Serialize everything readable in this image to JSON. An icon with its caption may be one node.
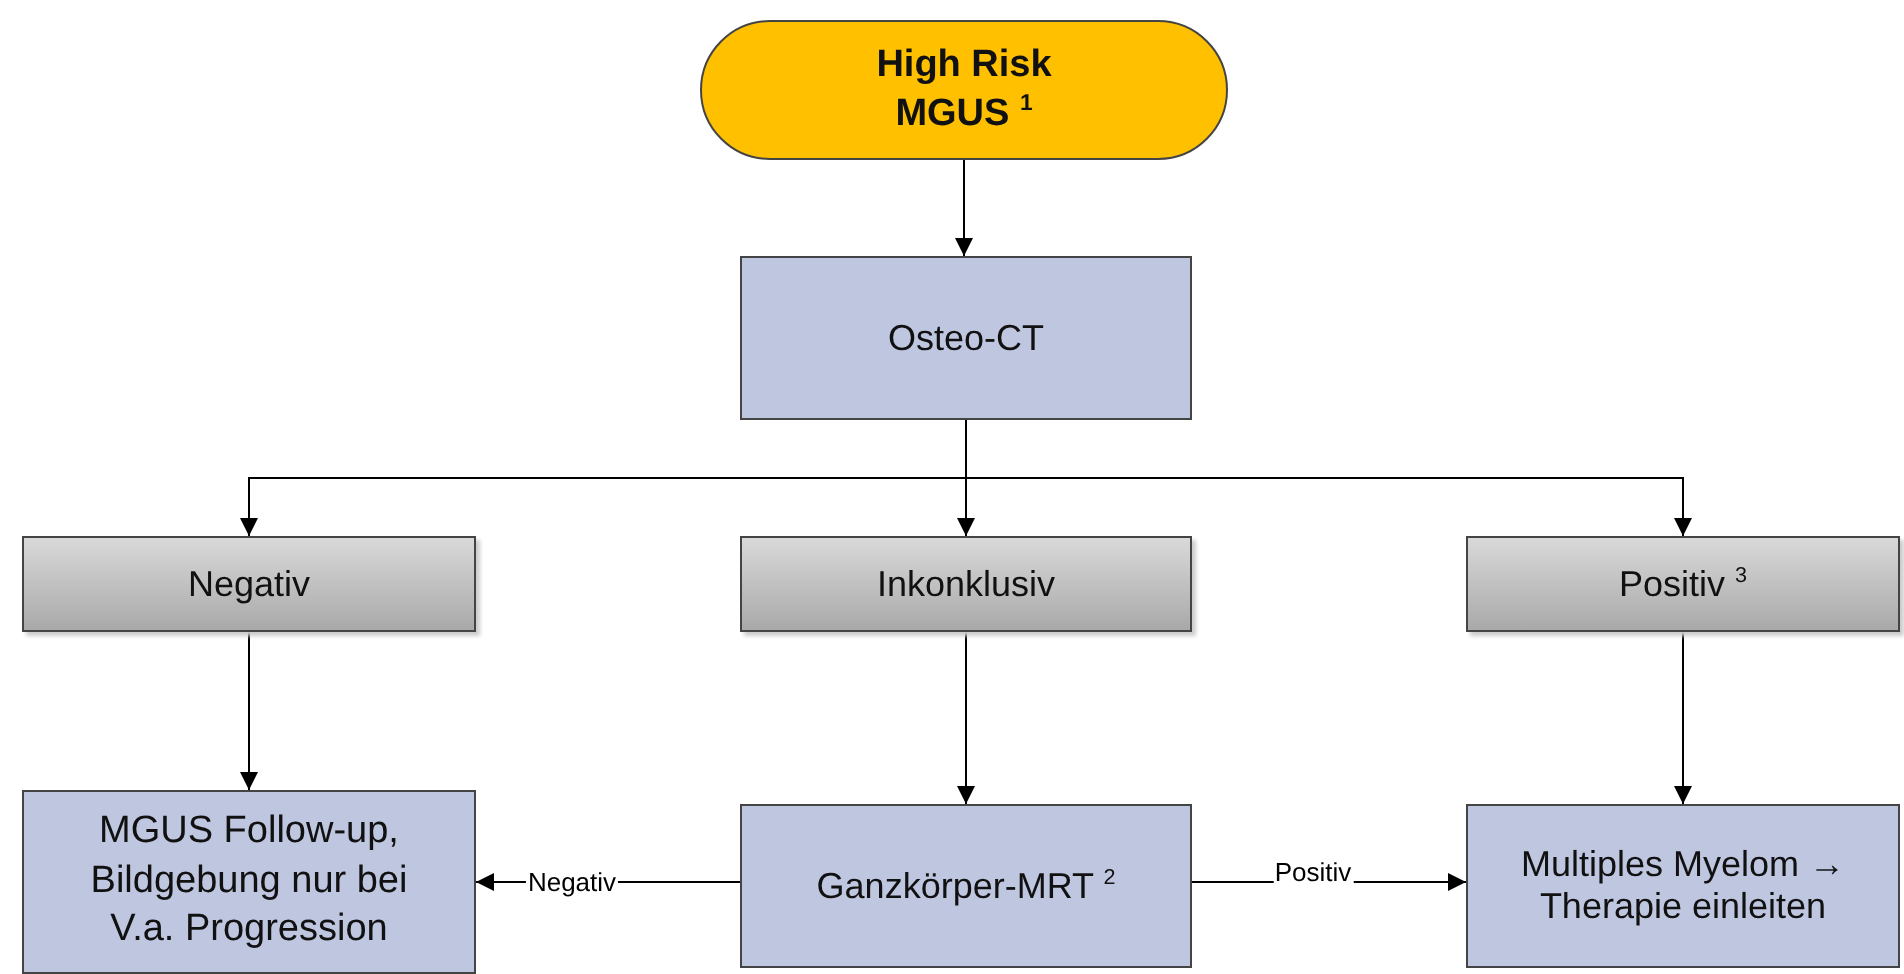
{
  "diagram": {
    "nodes": [
      {
        "text": [
          "High Risk MGUS $^{1}$"
        ]
      },
      {
        "text": [
          "Osteo-CT"
        ]
      },
      {
        "text": [
          "Negativ"
        ]
      },
      {
        "text": [
          "Inkonklusiv"
        ]
      },
      {
        "text": [
          "Positiv $^{3}$"
        ]
      },
      {
        "text": [
          "MGUS Follow-up, Bildgebung nur bei V.a. Progression"
        ]
      },
      {
        "text": [
          "Ganzkörper-MRT $^{2}$"
        ]
      },
      {
        "text": [
          "Multiples Myelom → Therapie einleiten"
        ]
      }
    ],
    "edges": [
      {
        "from": 0,
        "to": 1,
        "arrow": "to"
      },
      {
        "from": 1,
        "to": 2,
        "arrow": "to"
      },
      {
        "from": 1,
        "to": 3,
        "arrow": "to"
      },
      {
        "from": 1,
        "to": 4,
        "arrow": "to"
      },
      {
        "from": 2,
        "to": 5,
        "arrow": "to"
      },
      {
        "from": 3,
        "to": 6,
        "arrow": "to"
      },
      {
        "from": 4,
        "to": 7,
        "arrow": "to"
      },
      {
        "from": 6,
        "to": 5,
        "label": "Negativ",
        "arrow": "to"
      },
      {
        "from": 6,
        "to": 7,
        "label": "Positiv",
        "arrow": "to"
      }
    ]
  }
}
